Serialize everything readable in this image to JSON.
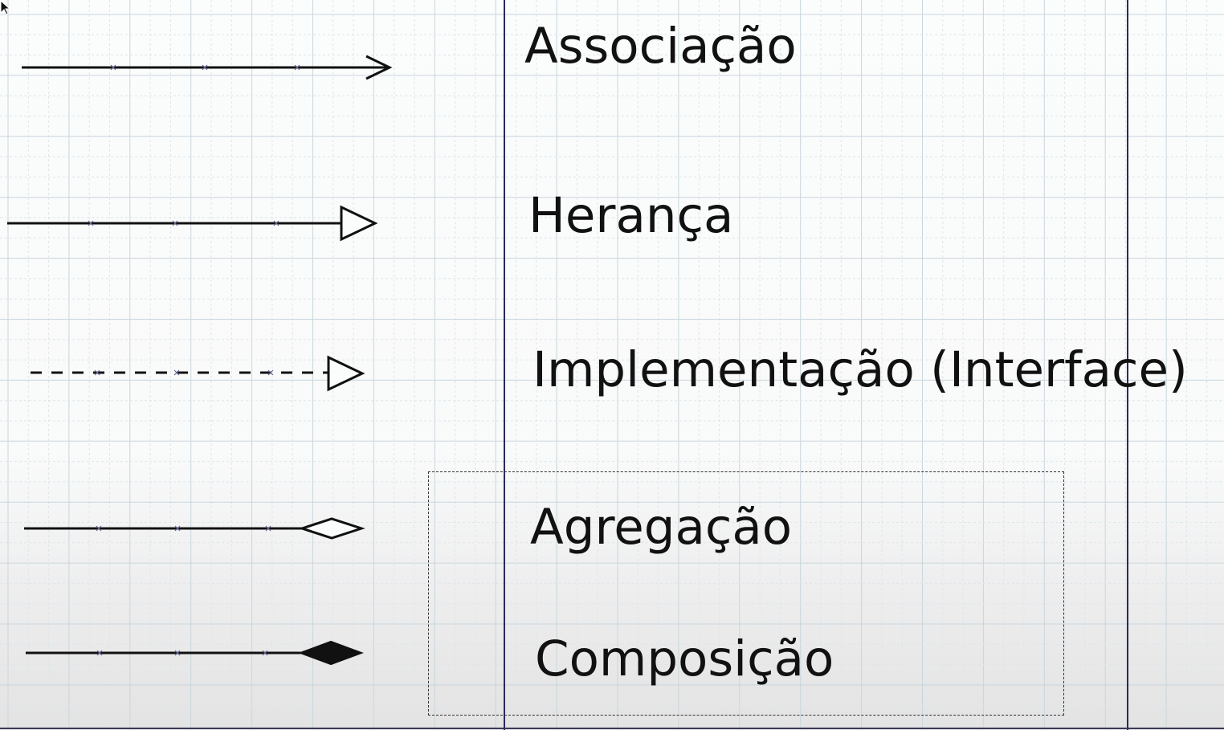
{
  "relations": [
    {
      "id": "association",
      "label": "Associação"
    },
    {
      "id": "inheritance",
      "label": "Herança"
    },
    {
      "id": "implementation",
      "label": "Implementação (Interface)"
    },
    {
      "id": "aggregation",
      "label": "Agregação"
    },
    {
      "id": "composition",
      "label": "Composição"
    }
  ],
  "colors": {
    "line": "#111111",
    "grid_major": "#c9d6dd",
    "grid_minor": "#dde6ea",
    "guide": "#2a2a5a",
    "waypoint_marker": "#6a6a9a"
  },
  "icons": [
    "open-arrow-icon",
    "hollow-triangle-icon",
    "hollow-diamond-icon",
    "filled-diamond-icon",
    "mouse-cursor-icon"
  ]
}
